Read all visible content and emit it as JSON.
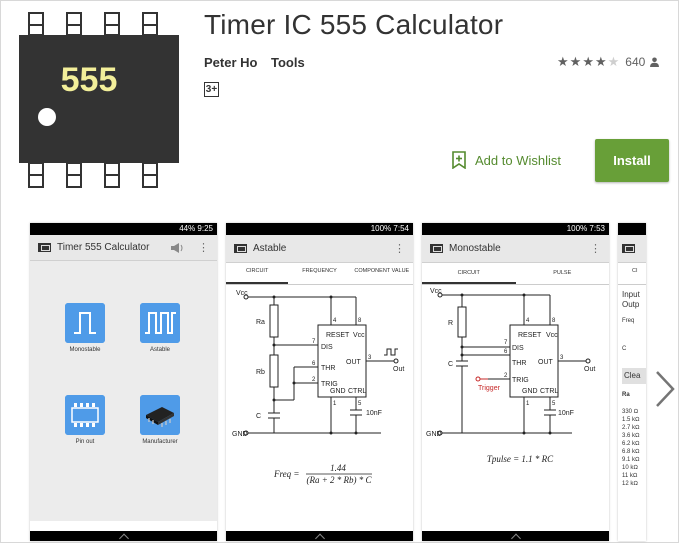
{
  "app": {
    "title": "Timer IC 555 Calculator",
    "developer": "Peter Ho",
    "category": "Tools",
    "content_rating": "3+",
    "rating_stars": 4,
    "rating_count": "640",
    "icon_label": "555",
    "icon": "ic-chip-icon"
  },
  "actions": {
    "wishlist_label": "Add to Wishlist",
    "install_label": "Install",
    "accent": "#689f38",
    "wishlist_color": "#558b2f"
  },
  "screens": [
    {
      "status": "44% 9:25",
      "toolbar_title": "Timer 555 Calculator",
      "tiles": [
        {
          "label": "Monostable",
          "icon": "monostable-pulse-icon"
        },
        {
          "label": "Astable",
          "icon": "astable-pulse-icon"
        },
        {
          "label": "Pin out",
          "icon": "pinout-chip-icon"
        },
        {
          "label": "Manufacturer",
          "icon": "chip-icon"
        }
      ]
    },
    {
      "status": "100% 7:54",
      "toolbar_title": "Astable",
      "tabs": [
        "CIRCUIT",
        "FREQUENCY",
        "COMPONENT VALUE"
      ],
      "labels": {
        "vcc": "Vcc",
        "ra": "Ra",
        "rb": "Rb",
        "c": "C",
        "gnd": "GND",
        "reset": "RESET",
        "vcc_pin": "Vcc",
        "dis": "DIS",
        "thr": "THR",
        "trig": "TRIG",
        "out": "OUT",
        "gnd_pin": "GND",
        "ctrl": "CTRL",
        "out_label": "Out",
        "cap": "10nF",
        "p4": "4",
        "p8": "8",
        "p7": "7",
        "p6": "6",
        "p2": "2",
        "p3": "3",
        "p1": "1",
        "p5": "5"
      },
      "formula_lhs": "Freq =",
      "formula_num": "1.44",
      "formula_den": "(Ra + 2 * Rb) * C"
    },
    {
      "status": "100% 7:53",
      "toolbar_title": "Monostable",
      "tabs": [
        "CIRCUIT",
        "PULSE"
      ],
      "labels": {
        "vcc": "Vcc",
        "r": "R",
        "c": "C",
        "gnd": "GND",
        "trigger": "Trigger",
        "reset": "RESET",
        "vcc_pin": "Vcc",
        "dis": "DIS",
        "thr": "THR",
        "trig": "TRIG",
        "out": "OUT",
        "gnd_pin": "GND",
        "ctrl": "CTRL",
        "out_label": "Out",
        "cap": "10nF",
        "p4": "4",
        "p8": "8",
        "p7": "7",
        "p6": "6",
        "p2": "2",
        "p3": "3",
        "p1": "1",
        "p5": "5"
      },
      "formula": "Tpulse = 1.1 * RC"
    },
    {
      "partial_lines": [
        "Input",
        "Outp",
        "Freq",
        "C",
        "Clea",
        "Ra",
        "330 Ω",
        "1.5 kΩ",
        "2.7 kΩ",
        "3.6 kΩ",
        "6.2 kΩ",
        "6.8 kΩ",
        "9.1 kΩ",
        "10 kΩ",
        "11 kΩ",
        "12 kΩ"
      ],
      "tab_label": "CI"
    }
  ]
}
